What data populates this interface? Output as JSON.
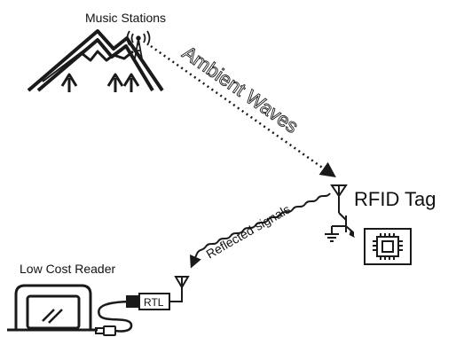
{
  "labels": {
    "source": "Music Stations",
    "ambient": "Ambient Waves",
    "tag": "RFID Tag",
    "reflected": "Reflected signals",
    "reader": "Low Cost Reader",
    "dongle": "RTL"
  },
  "colors": {
    "stroke": "#1a1a1a",
    "background": "#ffffff"
  },
  "icons": [
    "mountain-icon",
    "tree-icon",
    "radio-tower-icon",
    "antenna-icon",
    "transistor-icon",
    "chip-icon",
    "ground-icon",
    "laptop-icon",
    "usb-cable-icon",
    "usb-plug-icon"
  ]
}
